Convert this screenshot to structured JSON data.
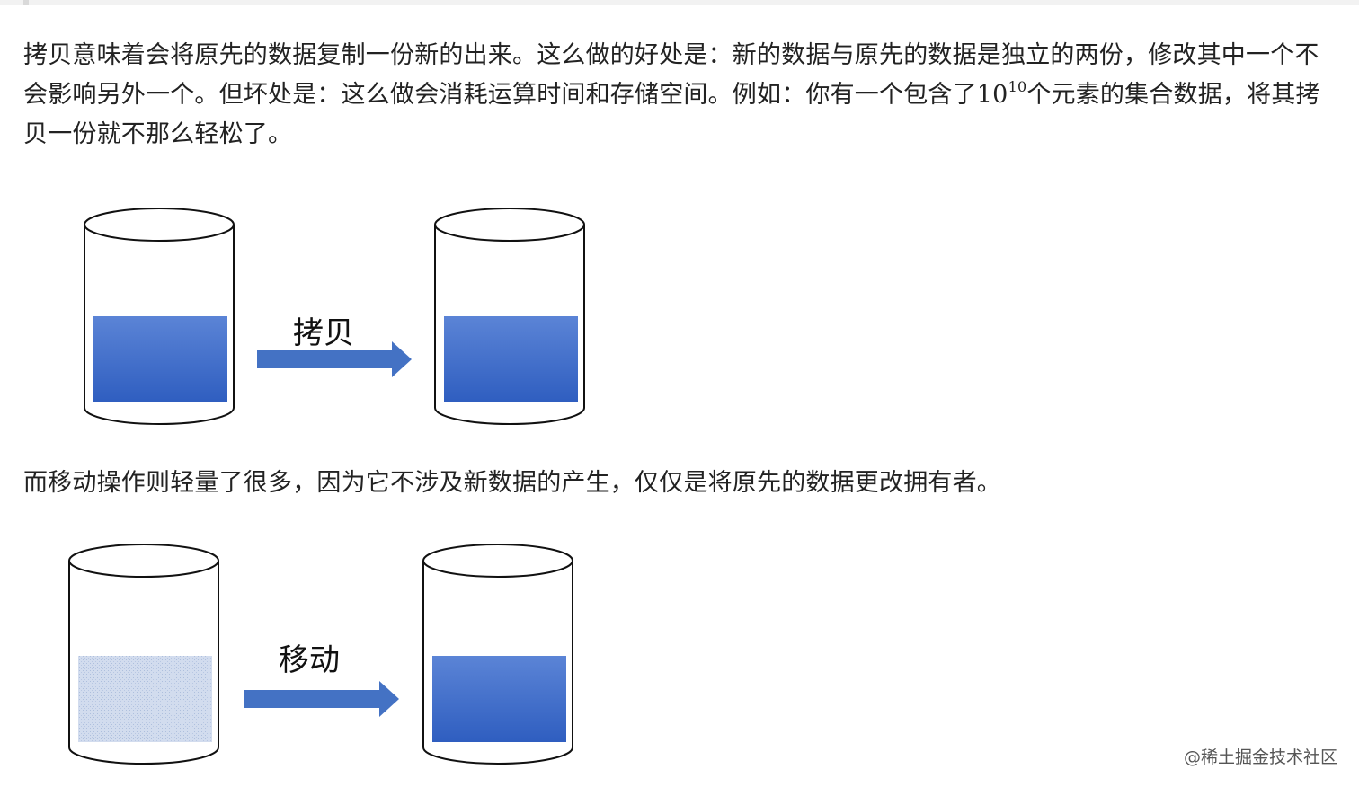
{
  "paragraph1": {
    "before_sup": "拷贝意味着会将原先的数据复制一份新的出来。这么做的好处是：新的数据与原先的数据是独立的两份，修改其中一个不会影响另外一个。但坏处是：这么做会消耗运算时间和存储空间。例如：你有一个包含了10",
    "sup": "10",
    "after_sup": "个元素的集合数据，将其拷贝一份就不那么轻松了。"
  },
  "copy_diagram": {
    "label": "拷贝",
    "source_state": "full",
    "target_state": "full"
  },
  "paragraph2": "而移动操作则轻量了很多，因为它不涉及新数据的产生，仅仅是将原先的数据更改拥有者。",
  "move_diagram": {
    "label": "移动",
    "source_state": "emptied",
    "target_state": "full"
  },
  "watermark": "@稀土掘金技术社区",
  "colors": {
    "data_fill": "#3a67c8",
    "data_fill_light": "#5b84d6",
    "arrow": "#4472c4",
    "moved_residue": "#c9d6ea"
  }
}
